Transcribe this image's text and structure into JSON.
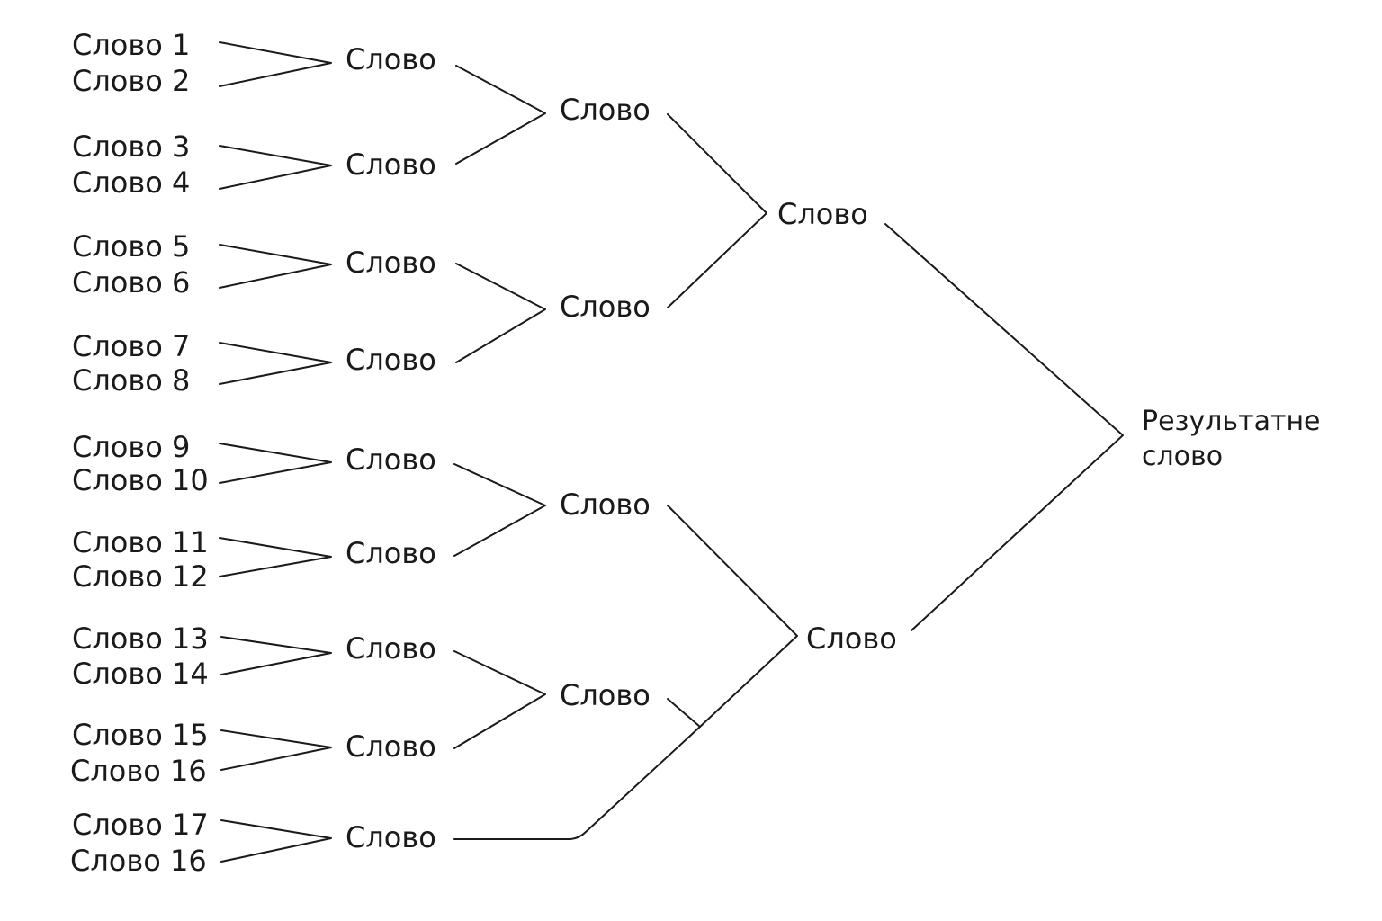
{
  "inputs": [
    "Слово 1",
    "Слово 2",
    "Слово 3",
    "Слово 4",
    "Слово 5",
    "Слово 6",
    "Слово 7",
    "Слово 8",
    "Слово 9",
    "Слово 10",
    "Слово 11",
    "Слово 12",
    "Слово 13",
    "Слово 14",
    "Слово 15",
    "Слово 16",
    "Слово 17",
    "Слово 16"
  ],
  "level1": [
    "Слово",
    "Слово",
    "Слово",
    "Слово",
    "Слово",
    "Слово",
    "Слово",
    "Слово",
    "Слово"
  ],
  "level2": [
    "Слово",
    "Слово",
    "Слово",
    "Слово"
  ],
  "level3": [
    "Слово",
    "Слово"
  ],
  "result": {
    "line1": "Результатне",
    "line2": "слово"
  }
}
